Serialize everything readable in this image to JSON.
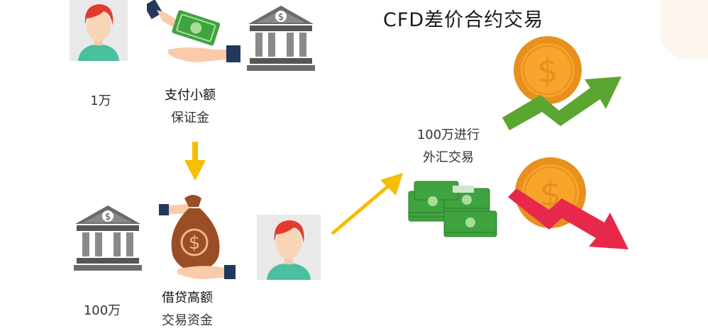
{
  "title": "CFD差价合约交易",
  "labels": {
    "amount_small": "1万",
    "pay_small_line1": "支付小额",
    "pay_small_line2": "保证金",
    "amount_large": "100万",
    "borrow_line1": "借贷高额",
    "borrow_line2": "交易资金",
    "trade_line1": "100万进行",
    "trade_line2": "外汇交易"
  },
  "colors": {
    "arrow_yellow": "#F7BD00",
    "up_green": "#5BA531",
    "down_red": "#E8284A",
    "coin_gold": "#F7A52B",
    "bank_gray": "#6b6b6b",
    "money_green": "#3FA33F",
    "bag_brown": "#9A4E25",
    "avatar_bg": "#e9e9e9",
    "hair_red": "#E23A2C",
    "shirt_green": "#49C0A0"
  },
  "icons": [
    "person-avatar-icon",
    "hand-giving-money-icon",
    "bank-icon",
    "money-bag-icon",
    "cash-stack-icon",
    "dollar-coin-icon",
    "trend-up-arrow-icon",
    "trend-down-arrow-icon"
  ]
}
